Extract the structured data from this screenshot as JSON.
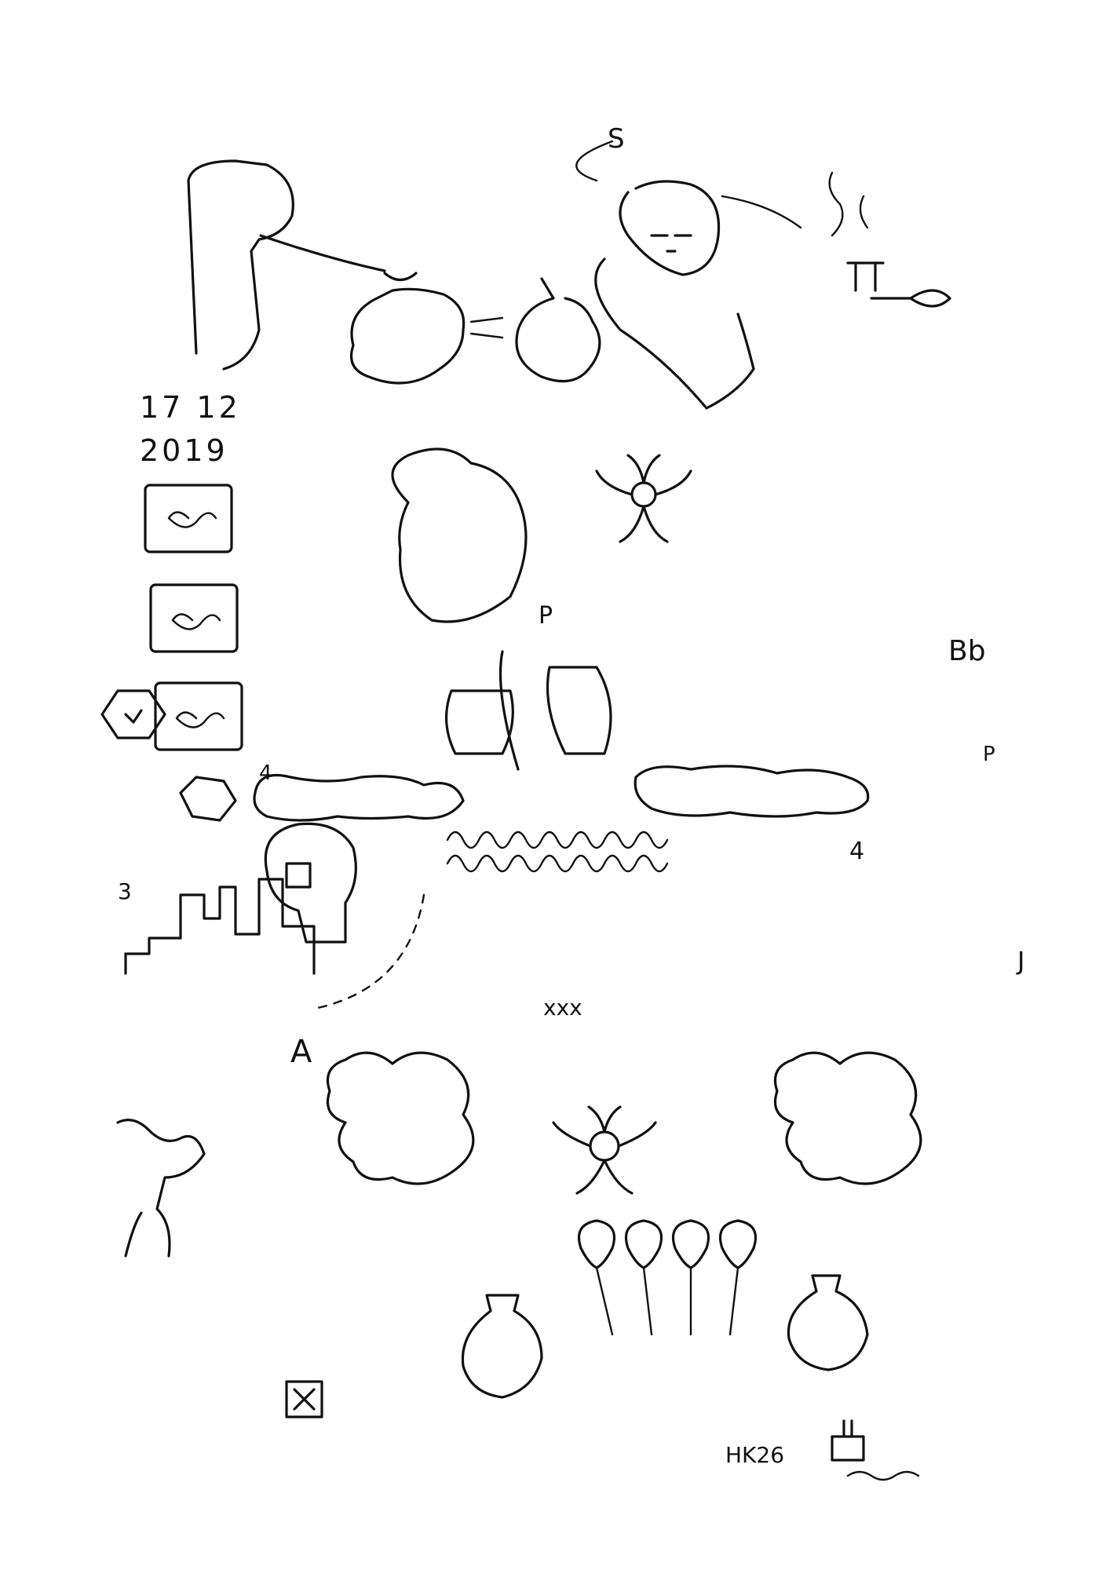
{
  "drawing": {
    "date_day_month": "17 12",
    "date_year": "2019",
    "signature": "HK26",
    "ink_color": "#111111",
    "paper_color": "#ffffff"
  },
  "glyphs": {
    "s": "S",
    "p_center": "P",
    "p_right": "P",
    "j": "J",
    "a": "A",
    "bb": "Bb",
    "four_left": "4",
    "four_right": "4",
    "three": "3",
    "xxx": "xxx"
  }
}
